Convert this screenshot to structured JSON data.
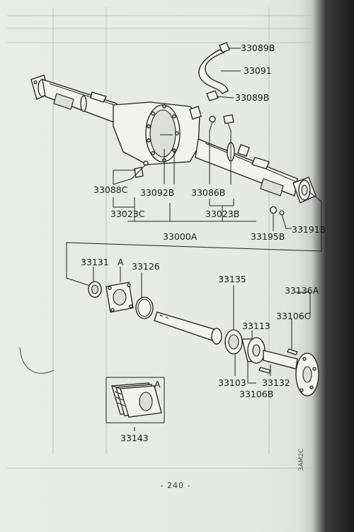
{
  "parts": {
    "p33089B_top": "33089B",
    "p33091": "33091",
    "p33089B_bot": "33089B",
    "p33088C": "33088C",
    "p33092B": "33092B",
    "p33086B": "33086B",
    "p33023C": "33023C",
    "p33023B": "33023B",
    "p33000A": "33000A",
    "p33195B": "33195B",
    "p33191B": "33191B",
    "p33131": "33131",
    "pA1": "A",
    "p33126": "33126",
    "p33135": "33135",
    "p33136A": "33136A",
    "p33106C": "33106C",
    "p33113": "33113",
    "p33103": "33103",
    "p33132": "33132",
    "p33106B": "33106B",
    "pA2": "A",
    "p33143": "33143"
  },
  "page_number": "- 240 -",
  "corner_code": "3AM2C"
}
